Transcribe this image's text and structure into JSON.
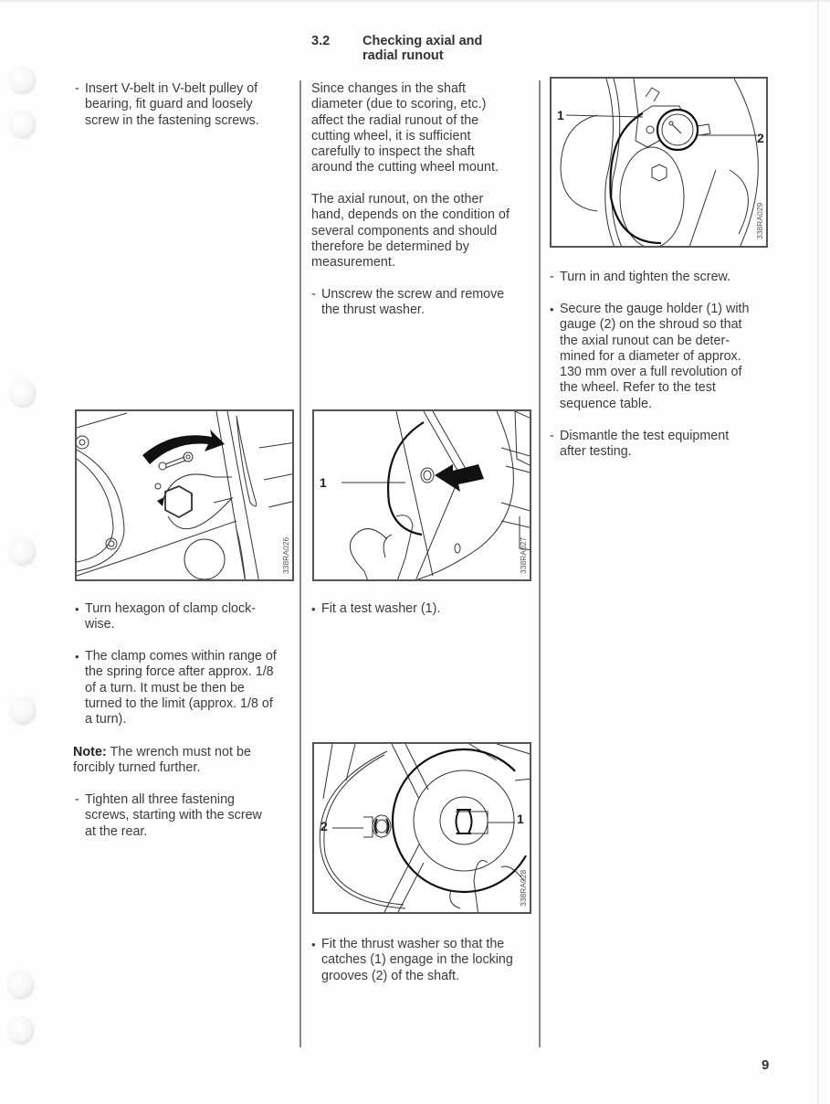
{
  "page": {
    "number": "9",
    "section": {
      "number": "3.2",
      "title_line1": "Checking axial and",
      "title_line2": "radial runout"
    }
  },
  "left_column": {
    "step_insert_vbelt": {
      "marker": "-",
      "lines": [
        "Insert V-belt in V-belt pulley of",
        "bearing, fit guard and loosely",
        "screw in the fastening screws."
      ]
    },
    "figure": {
      "code": "338RA026",
      "description": "Wrench turning hexagon of clamp clockwise (arrow)"
    },
    "step_turn_hexagon": {
      "marker": "•",
      "lines": [
        "Turn hexagon of clamp clock-",
        "wise."
      ]
    },
    "step_clamp_range": {
      "marker": "•",
      "lines": [
        "The clamp comes within range of",
        "the spring force after approx. 1/8",
        "of a turn.  It must be then be",
        "turned to the limit (approx. 1/8 of",
        "a turn)."
      ]
    },
    "note": {
      "label": "Note:",
      "line1": " The wrench must not be",
      "line2": "forcibly turned further."
    },
    "step_tighten_screws": {
      "marker": "-",
      "lines": [
        "Tighten all three fastening",
        "screws, starting with the screw",
        "at the rear."
      ]
    }
  },
  "middle_column": {
    "intro_paragraph": {
      "lines": [
        "Since changes in the shaft",
        "diameter (due to scoring, etc.)",
        "affect the radial runout of the",
        "cutting wheel, it is sufficient",
        "carefully to inspect the shaft",
        "around the cutting wheel mount."
      ]
    },
    "axial_paragraph": {
      "lines": [
        "The axial runout, on the other",
        "hand, depends on the condition of",
        "several components and should",
        "therefore be determined by",
        "measurement."
      ]
    },
    "step_unscrew": {
      "marker": "-",
      "lines": [
        "Unscrew the screw and remove",
        "the thrust washer."
      ]
    },
    "figure_test_washer": {
      "code": "338RA027",
      "callout_1": "1",
      "description": "Hand fitting test washer onto shaft, arrow pointing to center"
    },
    "step_fit_test_washer": {
      "marker": "•",
      "lines": [
        "Fit a test washer (1)."
      ]
    },
    "figure_thrust_washer": {
      "code": "338RA028",
      "callout_1": "1",
      "callout_2": "2",
      "description": "Thrust washer catches and shaft locking grooves"
    },
    "step_fit_thrust_washer": {
      "marker": "•",
      "lines": [
        "Fit the thrust washer so that the",
        "catches (1) engage in the locking",
        "grooves (2) of the shaft."
      ]
    }
  },
  "right_column": {
    "figure_gauge": {
      "code": "338RA029",
      "callout_1": "1",
      "callout_2": "2",
      "description": "Dial gauge (2) in gauge holder (1) mounted on shroud"
    },
    "step_tighten_screw": {
      "marker": "-",
      "lines": [
        "Turn in and tighten the screw."
      ]
    },
    "step_secure_gauge": {
      "marker": "•",
      "lines": [
        "Secure the gauge holder (1) with",
        "gauge (2) on the shroud so that",
        "the axial runout can be deter-",
        "mined for a diameter of approx.",
        "130 mm over a full revolution of",
        "the wheel.  Refer to the test",
        "sequence table."
      ]
    },
    "step_dismantle": {
      "marker": "-",
      "lines": [
        "Dismantle the test equipment",
        "after testing."
      ]
    }
  }
}
